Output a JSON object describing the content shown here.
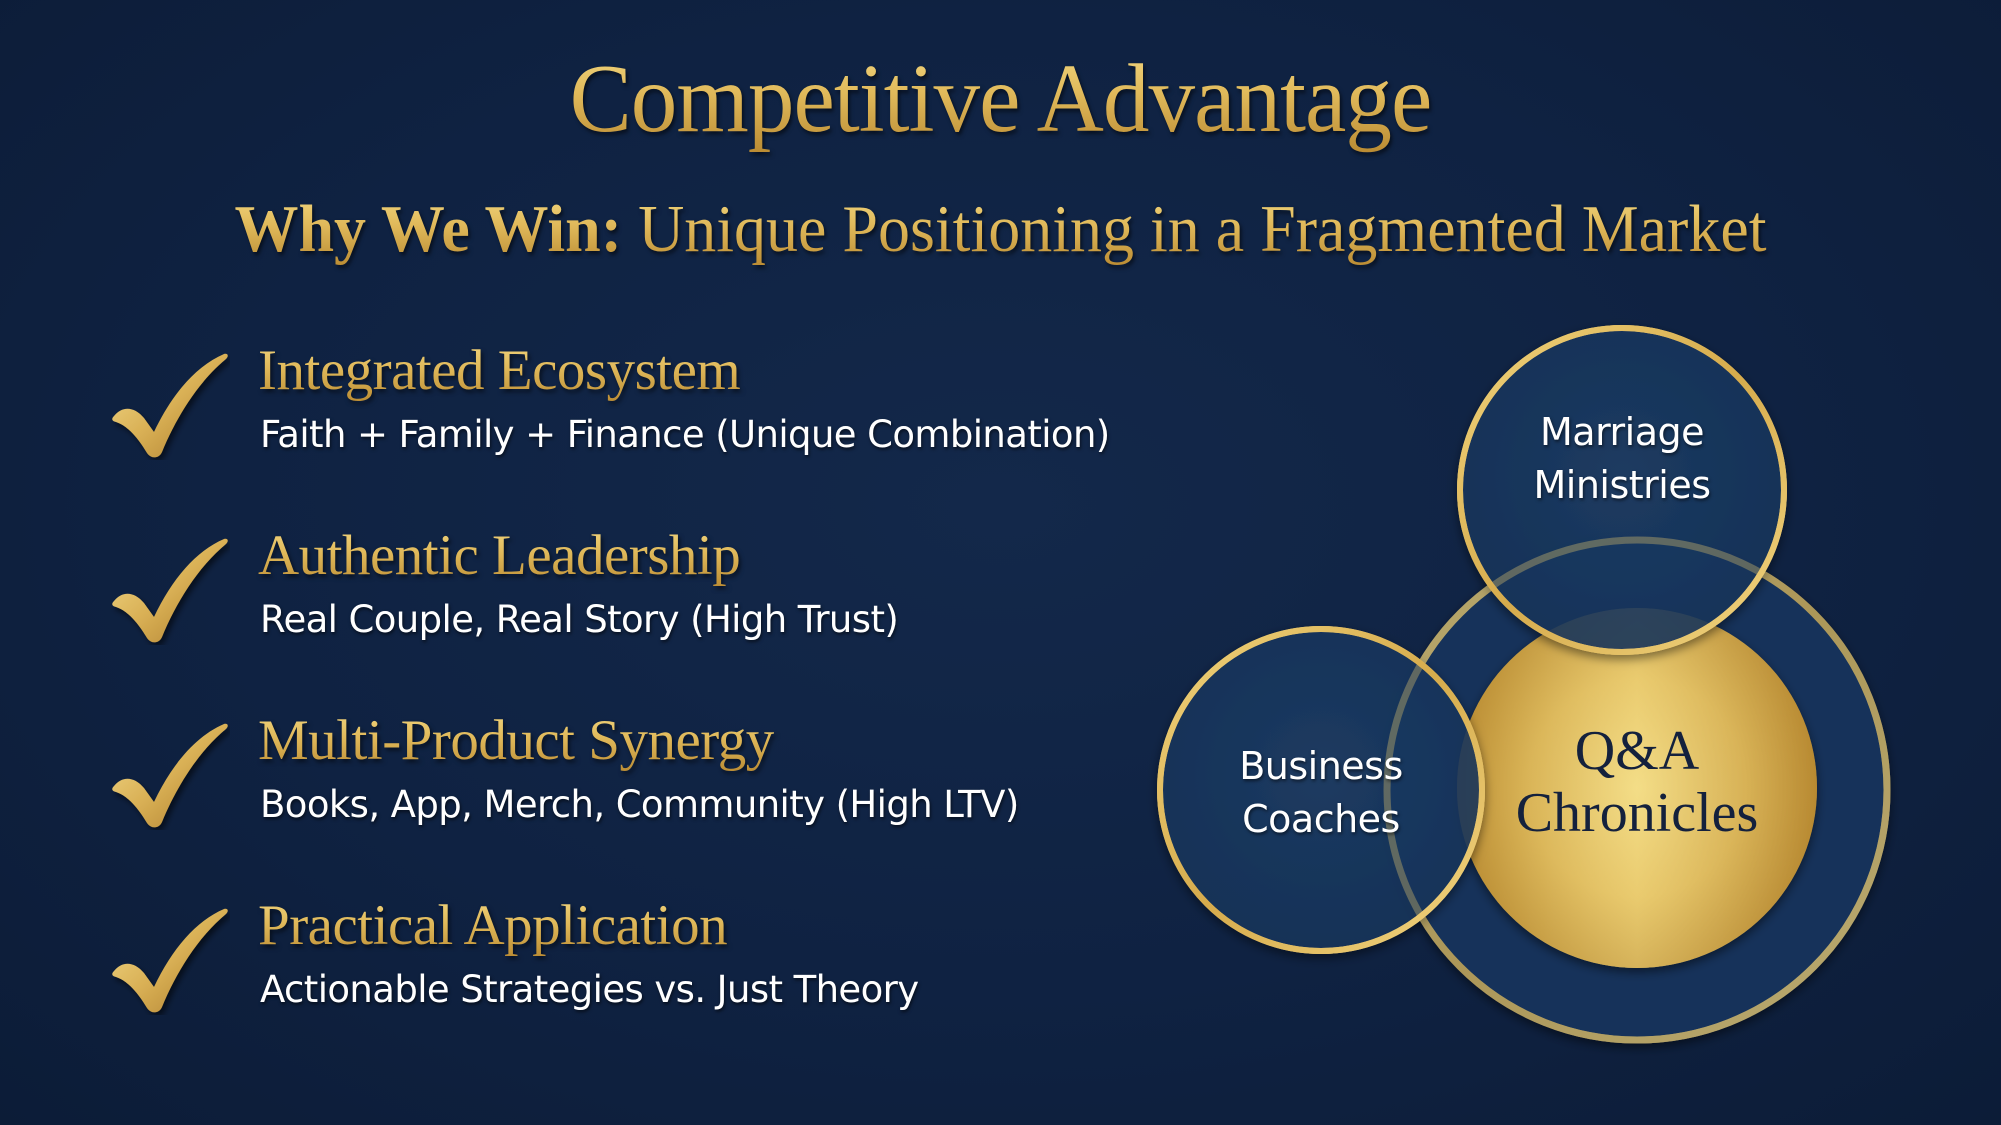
{
  "slide": {
    "title": "Competitive Advantage",
    "subtitle": {
      "lead": "Why We Win:",
      "rest": " Unique Positioning in a Fragmented Market"
    }
  },
  "advantages": [
    {
      "icon": "check-icon",
      "heading": "Integrated Ecosystem",
      "description": "Faith + Family + Finance (Unique Combination)"
    },
    {
      "icon": "check-icon",
      "heading": "Authentic Leadership",
      "description": "Real Couple, Real Story (High Trust)"
    },
    {
      "icon": "check-icon",
      "heading": "Multi-Product Synergy",
      "description": "Books, App, Merch, Community (High LTV)"
    },
    {
      "icon": "check-icon",
      "heading": "Practical Application",
      "description": "Actionable Strategies vs. Just Theory"
    }
  ],
  "venn": {
    "top_circle": {
      "line1": "Marriage",
      "line2": "Ministries"
    },
    "left_circle": {
      "line1": "Business",
      "line2": "Coaches"
    },
    "core": {
      "line1": "Q&A",
      "line2": "Chronicles"
    }
  },
  "colors": {
    "background": "#0f2242",
    "gold": "#e0b95a",
    "gold_light": "#f3df8c",
    "gold_dark": "#b98a32",
    "circle_fill": "#1b3a62",
    "core_text": "#14213d",
    "body_text": "#ffffff"
  }
}
